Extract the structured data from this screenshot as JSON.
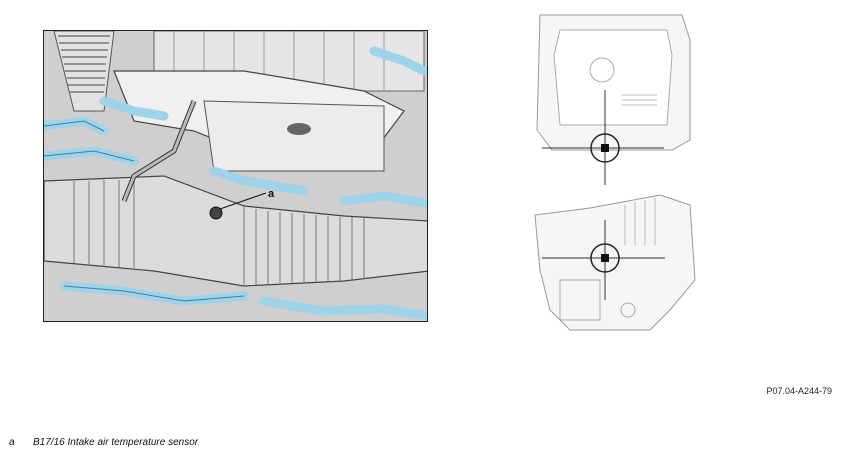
{
  "figure": {
    "callout_letter": "a",
    "reference_code": "P07.04-A244-79",
    "highlight_color": "#9fd3ea"
  },
  "legend": {
    "items": [
      {
        "key": "a",
        "description": "B17/16 Intake air temperature sensor"
      }
    ]
  }
}
